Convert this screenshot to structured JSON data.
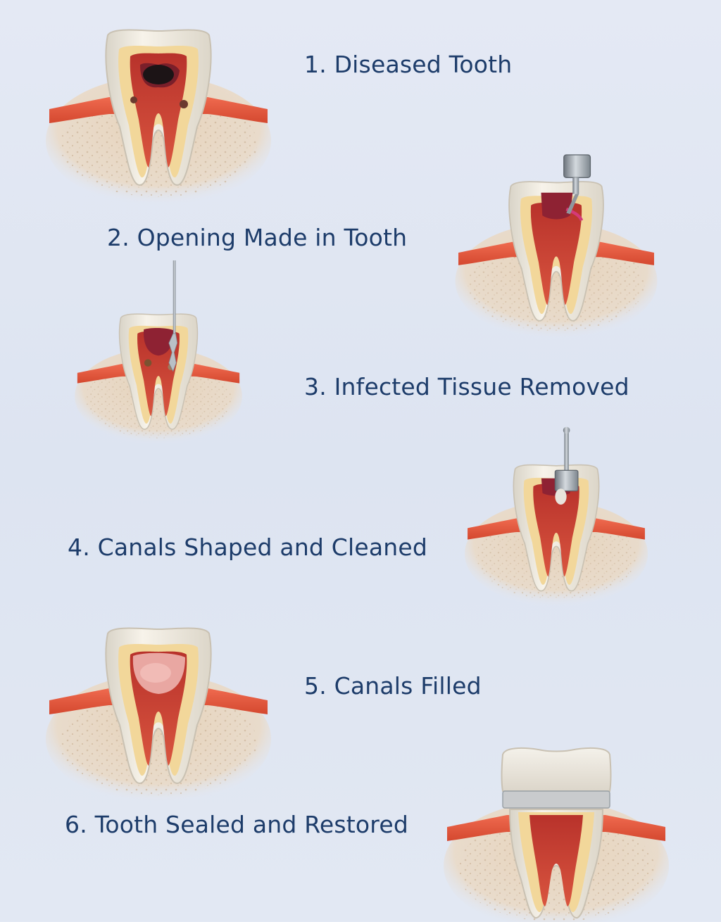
{
  "steps": [
    {
      "label": "1. Diseased Tooth"
    },
    {
      "label": "2. Opening Made in Tooth"
    },
    {
      "label": "3. Infected Tissue Removed"
    },
    {
      "label": "4. Canals Shaped and Cleaned"
    },
    {
      "label": "5. Canals Filled"
    },
    {
      "label": "6. Tooth Sealed and Restored"
    }
  ],
  "colors": {
    "label": "#1d3c6a",
    "enamel": "#f1ece0",
    "dentin": "#f2d79a",
    "pulp": "#cf4b39",
    "gum": "#e4583e",
    "bone": "#e8d7c1",
    "instrument": "#9aa3ab"
  }
}
